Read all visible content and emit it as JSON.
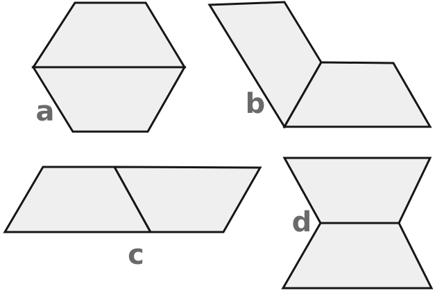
{
  "diagram": {
    "description": "Four composite shapes, each formed from two quadrilateral pieces joined along an internal edge",
    "fill_color": "#efefef",
    "stroke_color": "#161616",
    "label_color": "#6a6a6a",
    "shapes": {
      "a": {
        "label": "a",
        "kind": "hexagon made of two trapezoids joined on horizontal midline",
        "pieces": [
          "108,4 210,4 266,97 48,97",
          "48,97 266,97 213,190 105,190"
        ]
      },
      "b": {
        "label": "b",
        "kind": "slanted parallelogram joined to trapezoid at elbow",
        "pieces": [
          "302,7 410,3 463,90 410,183",
          "463,90 567,91 620,183 410,183"
        ]
      },
      "c": {
        "label": "c",
        "kind": "long parallelogram made of two trapezoids with slanted divider",
        "pieces": [
          "62,241 165,241 217,335 7,335",
          "165,241 375,242 322,335 217,335"
        ]
      },
      "d": {
        "label": "d",
        "kind": "bowtie of two trapezoids sharing short middle edge",
        "pieces": [
          "410,228 620,228 575,322 462,322",
          "462,322 575,322 622,416 408,416"
        ]
      }
    }
  }
}
